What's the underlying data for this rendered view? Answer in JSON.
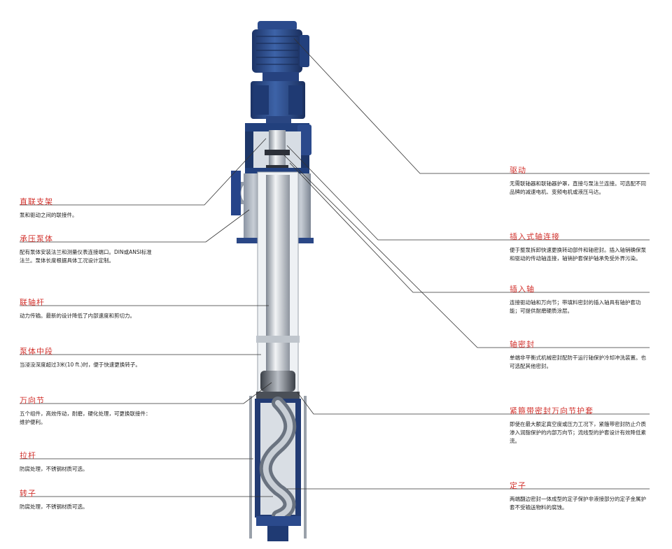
{
  "labels": {
    "left": [
      {
        "id": "bracket",
        "title": "直联支架",
        "desc": "泵和驱动之间的联接件。"
      },
      {
        "id": "casing",
        "title": "承压泵体",
        "desc": "配有泵体安装法兰和测量仪表连接端口。DIN或ANSI标准法兰。泵体长度根据具体工况设计定制。"
      },
      {
        "id": "shaft",
        "title": "联轴杆",
        "desc": "动力传输。最新的设计降低了内部速度和剪切力。"
      },
      {
        "id": "middle",
        "title": "泵体中段",
        "desc": "当浸没深度超过3米(10 ft.)时，便于快速更换转子。"
      },
      {
        "id": "ujoint",
        "title": "万向节",
        "desc": "五个组件，高效传动，耐磨，硬化处理，可更换联接件：维护便利。"
      },
      {
        "id": "tierod",
        "title": "拉杆",
        "desc": "防腐处理，不锈钢材质可选。"
      },
      {
        "id": "rotor",
        "title": "转子",
        "desc": "防腐处理，不锈钢材质可选。"
      }
    ],
    "right": [
      {
        "id": "drive",
        "title": "驱动",
        "desc": "无需联轴器和联轴器护罩，直接与泵法兰连接。可选配不同品牌的减速电机、变频电机或液压马达。"
      },
      {
        "id": "plugin",
        "title": "插入式轴连接",
        "desc": "便于整泵拆卸快速更换转动部件和轴密封。插入轴销确保泵和驱动的传动轴连接，轴销护套保护轴承免受外界污染。"
      },
      {
        "id": "plugshaft",
        "title": "插入轴",
        "desc": "连接驱动轴和万向节；带填料密封的插入轴具有轴护套功能；可提供耐磨硬质涂层。"
      },
      {
        "id": "seal",
        "title": "轴密封",
        "desc": "单端非平衡式机械密封配防干运行轴保护冷却冲洗装置。也可选配其他密封。"
      },
      {
        "id": "sleeve",
        "title": "紧箍带密封万向节护套",
        "desc": "即使在最大额定真空度或压力工况下，紧箍带密封防止介质渗入润脂保护的内部万向节；流线型的护套设计有效降低紊流。"
      },
      {
        "id": "stator",
        "title": "定子",
        "desc": "两端翻边密封一体成型的定子保护非液接部分的定子金属护套不受输送物料的腐蚀。"
      }
    ]
  },
  "colors": {
    "accent": "#d2322d",
    "pump_blue": "#2c4a86",
    "line": "#333333"
  }
}
